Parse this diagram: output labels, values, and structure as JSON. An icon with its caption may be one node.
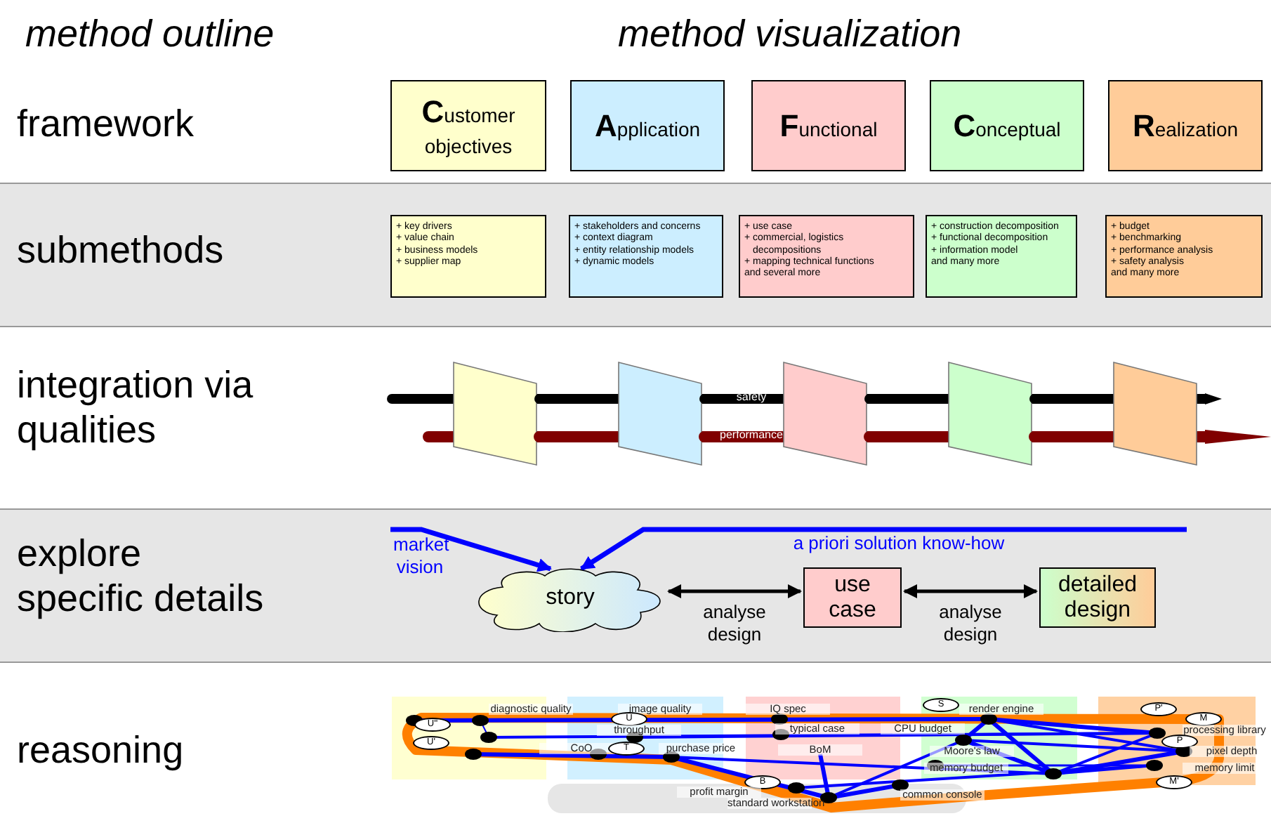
{
  "diagram": {
    "nodes": [
      {
        "text": [
          "**C**ustomer objectives"
        ]
      },
      {
        "text": [
          "**A**pplication"
        ]
      },
      {
        "text": [
          "**F**unctional"
        ]
      },
      {
        "text": [
          "**C**onceptual"
        ]
      },
      {
        "text": [
          "**R**ealization"
        ]
      },
      {
        "text": [
          "+ key drivers",
          "+ value chain",
          "+ business models",
          "+ supplier map"
        ]
      },
      {
        "text": [
          "+ stakeholders and concerns",
          "+ context diagram",
          "+ entity relationship models",
          "+ dynamic models"
        ]
      },
      {
        "text": [
          "+ use case",
          "+ commercial, logistics decompositions",
          "+ mapping technical functions",
          "and several more"
        ]
      },
      {
        "text": [
          "+ construction decomposition",
          "+ functional decomposition",
          "+ information model",
          "and many more"
        ]
      },
      {
        "text": [
          "+ budget",
          "+ benchmarking",
          "+ performance analysis",
          "+ safety analysis",
          "and many more"
        ]
      },
      {
        "text": [
          "story"
        ]
      },
      {
        "text": [
          "use case"
        ]
      },
      {
        "text": [
          "detailed design"
        ]
      }
    ],
    "edges": [
      {
        "from": 10,
        "to": 11,
        "arrow": "both",
        "label": "analyse design"
      },
      {
        "from": 11,
        "to": 12,
        "arrow": "both",
        "label": "analyse design"
      },
      {
        "from": null,
        "to": 10,
        "arrow": "to",
        "label": "market vision",
        "color": "#0000ff"
      },
      {
        "from": null,
        "to": 10,
        "arrow": "to",
        "label": "a priori solution know-how",
        "color": "#0000ff"
      }
    ],
    "labels": [
      "method outline",
      "method visualization",
      "framework",
      "submethods",
      "integration via qualities",
      "safety",
      "performance",
      "explore specific details",
      "reasoning",
      "diagnostic quality",
      "image quality",
      "IQ spec",
      "S",
      "render engine",
      "P'",
      "U''",
      "U",
      "M",
      "throughput",
      "typical case",
      "CPU budget",
      "processing library",
      "U'",
      "P",
      "CoO",
      "T",
      "purchase price",
      "BoM",
      "Moore's law",
      "pixel depth",
      "memory budget",
      "memory limit",
      "B",
      "M'",
      "profit margin",
      "common console",
      "standard workstation"
    ]
  }
}
